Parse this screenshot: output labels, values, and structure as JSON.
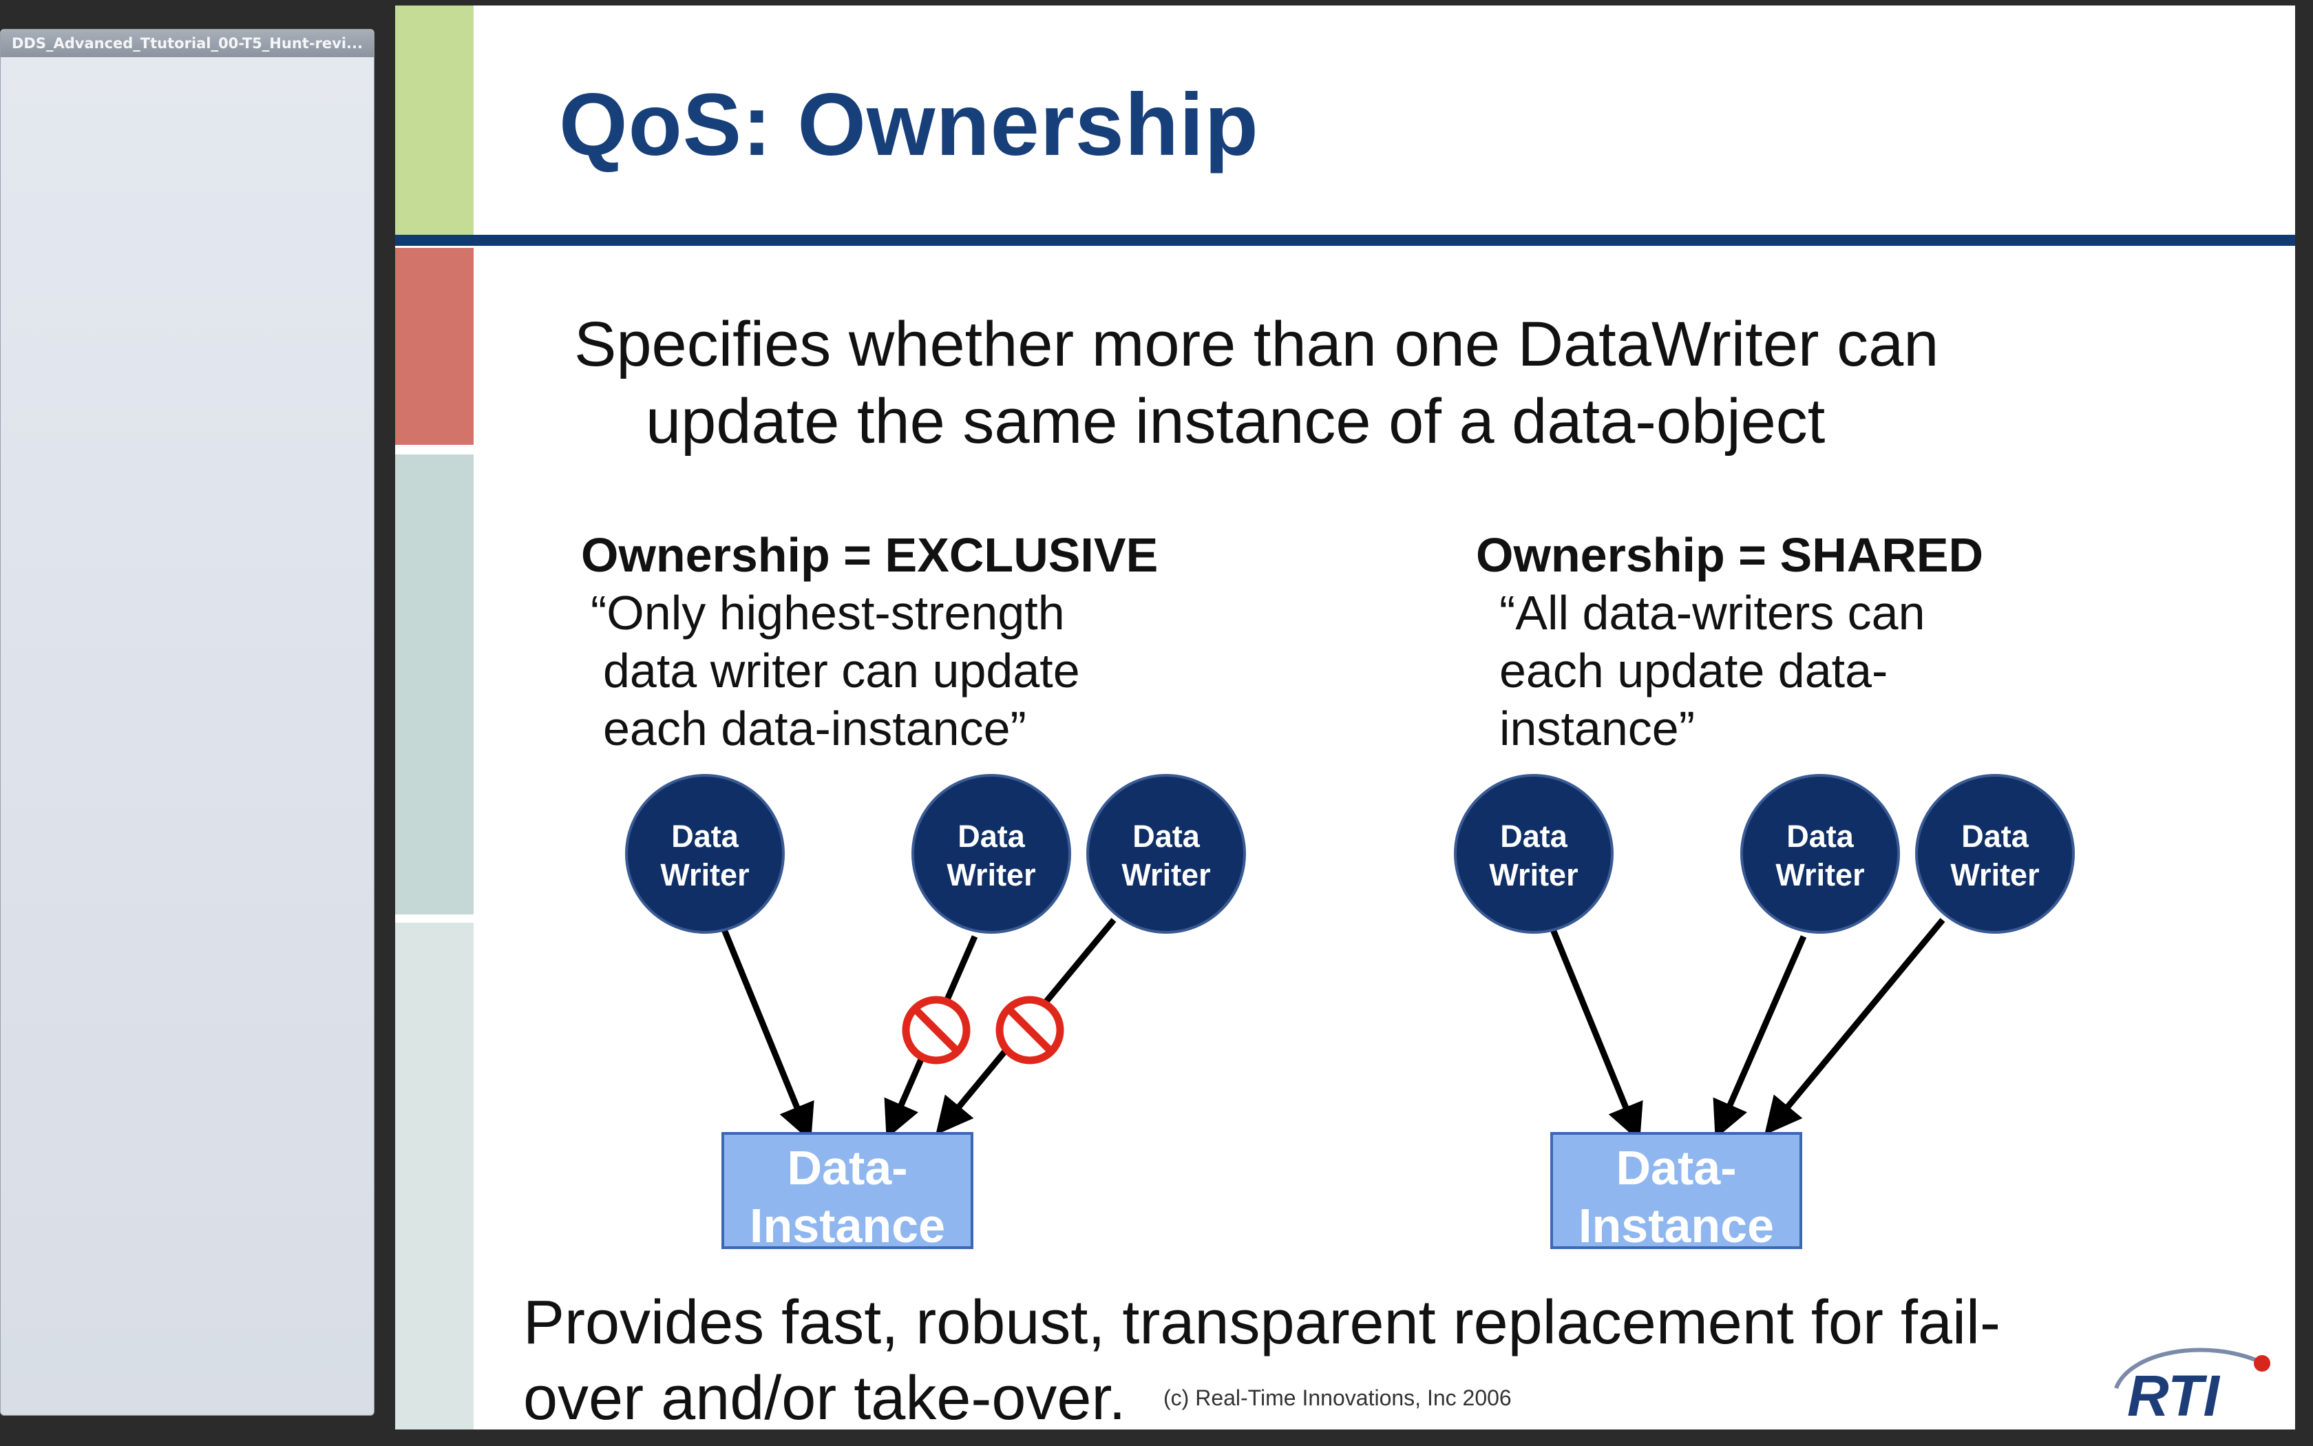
{
  "window": {
    "thumbnail_title": "DDS_Advanced_Ttutorial_00-T5_Hunt-revi..."
  },
  "slide": {
    "title": "QoS:  Ownership",
    "subtitle_line1": "Specifies whether more than one DataWriter can",
    "subtitle_line2": "update the same instance of a data-object",
    "exclusive": {
      "heading": "Ownership = EXCLUSIVE",
      "desc_line1": "“Only highest-strength",
      "desc_line2": "data writer can update",
      "desc_line3": "each data-instance”",
      "writer_label_1": "Data",
      "writer_label_2": "Writer",
      "instance_label_1": "Data-",
      "instance_label_2": "Instance"
    },
    "shared": {
      "heading": "Ownership = SHARED",
      "desc_line1": "“All data-writers can",
      "desc_line2": "each update data-",
      "desc_line3": "instance”",
      "writer_label_1": "Data",
      "writer_label_2": "Writer",
      "instance_label_1": "Data-",
      "instance_label_2": "Instance"
    },
    "footer_line1": "Provides fast, robust, transparent replacement for fail-",
    "footer_line2": "over and/or take-over.",
    "copyright": "(c) Real-Time Innovations, Inc 2006",
    "logo_text": "RTI"
  },
  "colors": {
    "title_blue": "#173f7a",
    "writer_fill": "#0f2f66",
    "instance_fill": "#8fb6ee",
    "blocked_red": "#e0271c",
    "bar_green": "#c5dc96",
    "bar_red": "#d3746a",
    "bar_teal": "#c5d8d6"
  },
  "icons": {
    "blocked": "no-entry-icon",
    "logo": "rti-logo"
  }
}
